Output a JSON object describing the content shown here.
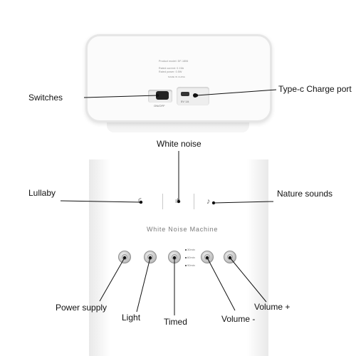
{
  "top_device": {
    "product_model": "Product model: DF-1806",
    "rated_current": "Rated current: 0.15A",
    "rated_power": "Rated power: 0.5W",
    "made_in": "MADE IN CHINA",
    "switch_label": "ON/OFF",
    "port_label": "5V 1A"
  },
  "callouts": {
    "switches": "Switches",
    "type_c": "Type-c Charge port",
    "white_noise": "White noise",
    "lullaby": "Lullaby",
    "nature_sounds": "Nature sounds",
    "power_supply": "Power supply",
    "light": "Light",
    "timed": "Timed",
    "volume_down": "Volume -",
    "volume_up": "Volume +"
  },
  "bottom_device": {
    "title": "White  Noise  Machine",
    "timer_options": [
      "30min",
      "60min",
      "90min"
    ]
  },
  "colors": {
    "line": "#111111",
    "device_white": "#fbfbfb",
    "device_border": "#e6e6e6",
    "title_gray": "#7a7a7a"
  },
  "icons": [
    "moon-star-icon",
    "sound-wave-icon",
    "music-note-icon",
    "power-icon",
    "sun-icon",
    "volume-down-icon",
    "volume-up-icon"
  ]
}
